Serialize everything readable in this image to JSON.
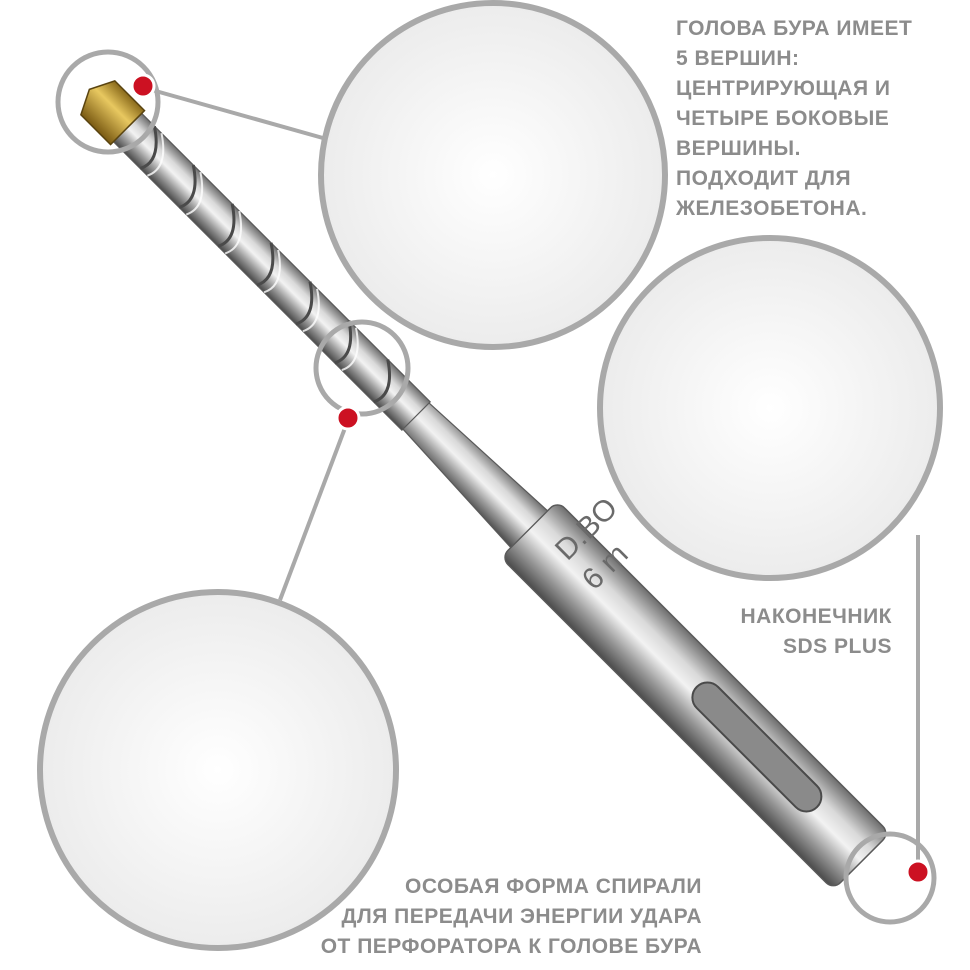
{
  "captions": {
    "head_lines": [
      "ГОЛОВА БУРА ИМЕЕТ",
      "5 ВЕРШИН:",
      "ЦЕНТРИРУЮЩАЯ И",
      "ЧЕТЫРЕ БОКОВЫЕ",
      "ВЕРШИНЫ.",
      "ПОДХОДИТ ДЛЯ",
      "ЖЕЛЕЗОБЕТОНА."
    ],
    "sds_lines": [
      "НАКОНЕЧНИК",
      "SDS PLUS"
    ],
    "spiral_lines": [
      "ОСОБАЯ ФОРМА СПИРАЛИ",
      "ДЛЯ ПЕРЕДАЧИ ЭНЕРГИИ УДАРА",
      "ОТ ПЕРФОРАТОРА К ГОЛОВЕ БУРА"
    ]
  },
  "engraving": {
    "brand": "D.BO",
    "size": "6 m"
  },
  "colors": {
    "caption_text": "#8c8c8c",
    "callout_ring": "#a9a9a9",
    "marker_dot": "#cc1122",
    "steel": "#9a9a9a",
    "carbide_tip": "#c9a233"
  }
}
